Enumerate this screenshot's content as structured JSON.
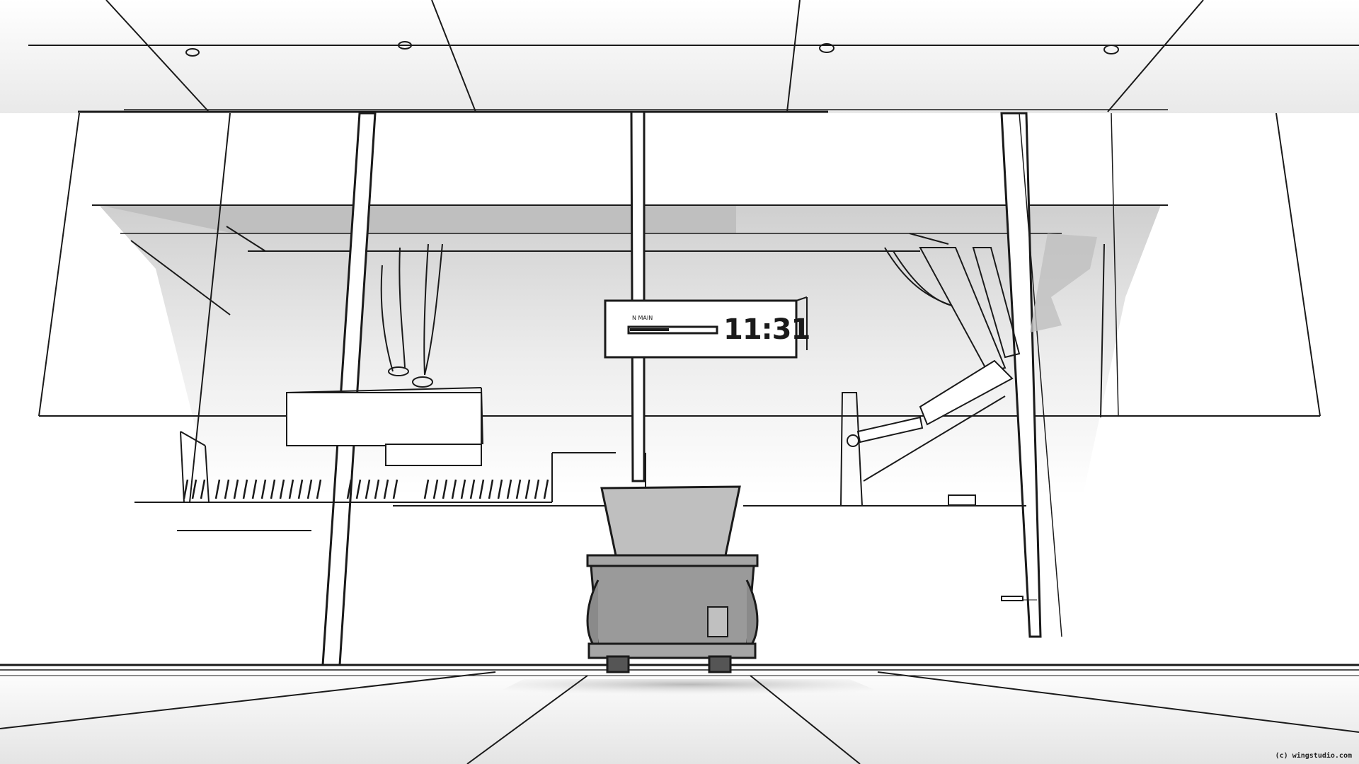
{
  "scene": {
    "description_style": "storyboard-sketch",
    "colors": {
      "ink": "#1a1a1a",
      "shade_light": "#e6e6e6",
      "shade_mid": "#bdbdbd",
      "shade_dark": "#8f8f8f",
      "paper": "#ffffff"
    }
  },
  "sign": {
    "clock": "11:31",
    "caption": "N MAIN"
  },
  "credit": "(c) wingstudio.com"
}
